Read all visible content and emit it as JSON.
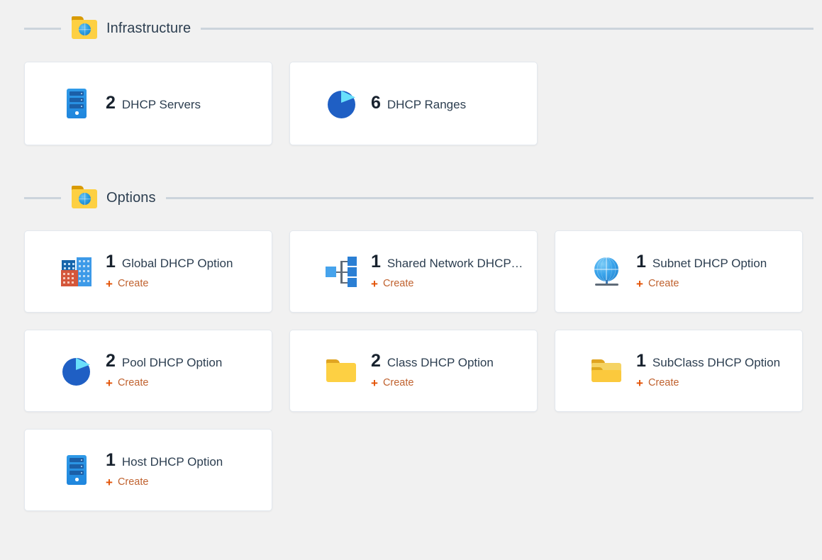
{
  "sections": [
    {
      "id": "infrastructure",
      "title": "Infrastructure",
      "icon": "folder-globe-icon",
      "cards": [
        {
          "id": "dhcp-servers",
          "count": "2",
          "label": "DHCP Servers",
          "icon": "server-icon",
          "has_create": false
        },
        {
          "id": "dhcp-ranges",
          "count": "6",
          "label": "DHCP Ranges",
          "icon": "pie-chart-icon",
          "has_create": false
        }
      ]
    },
    {
      "id": "options",
      "title": "Options",
      "icon": "folder-globe-icon",
      "cards": [
        {
          "id": "global-dhcp-option",
          "count": "1",
          "label": "Global DHCP Option",
          "icon": "buildings-icon",
          "has_create": true,
          "create_label": "Create"
        },
        {
          "id": "shared-network-dhcp-option",
          "count": "1",
          "label": "Shared Network DHCP …",
          "icon": "network-hierarchy-icon",
          "has_create": true,
          "create_label": "Create"
        },
        {
          "id": "subnet-dhcp-option",
          "count": "1",
          "label": "Subnet DHCP Option",
          "icon": "globe-stand-icon",
          "has_create": true,
          "create_label": "Create"
        },
        {
          "id": "pool-dhcp-option",
          "count": "2",
          "label": "Pool DHCP Option",
          "icon": "pie-chart-icon",
          "has_create": true,
          "create_label": "Create"
        },
        {
          "id": "class-dhcp-option",
          "count": "2",
          "label": "Class DHCP Option",
          "icon": "folder-icon",
          "has_create": true,
          "create_label": "Create"
        },
        {
          "id": "subclass-dhcp-option",
          "count": "1",
          "label": "SubClass DHCP Option",
          "icon": "subfolder-icon",
          "has_create": true,
          "create_label": "Create"
        },
        {
          "id": "host-dhcp-option",
          "count": "1",
          "label": "Host DHCP Option",
          "icon": "server-icon",
          "has_create": true,
          "create_label": "Create"
        }
      ]
    }
  ],
  "icons": {
    "plus": "+"
  },
  "colors": {
    "page_background": "#f1f1f1",
    "card_background": "#ffffff",
    "divider": "#ccd4dc",
    "count_text": "#18222e",
    "label_text": "#2c3e50",
    "create_link": "#c0622f",
    "plus_accent": "#e35205",
    "folder_yellow": "#fdd043",
    "server_blue": "#1f86dd",
    "pie_blue": "#1f5fc4",
    "pie_slice": "#69dffb"
  }
}
